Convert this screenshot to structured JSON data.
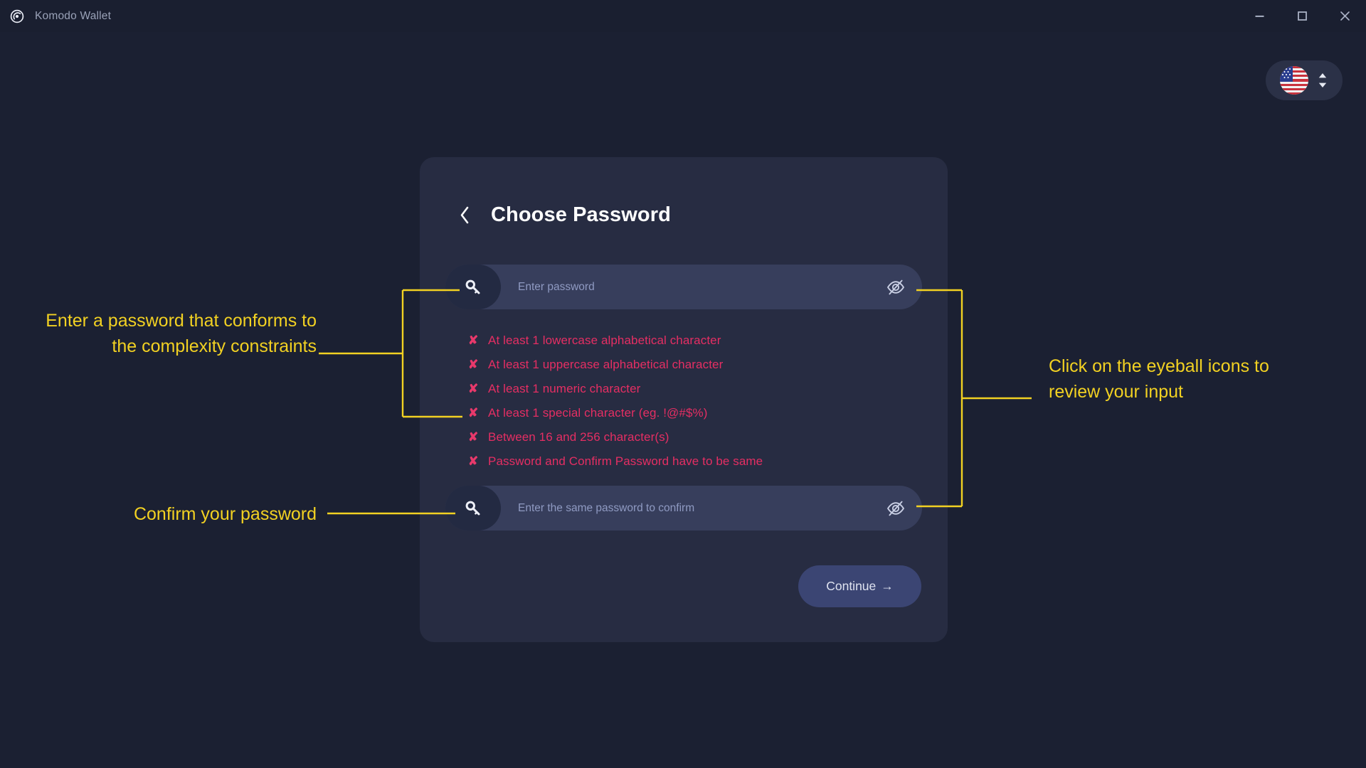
{
  "window": {
    "app_title": "Komodo Wallet",
    "logo_icon": "komodo-logo-icon",
    "controls": [
      {
        "name": "minimize",
        "icon": "minimize-icon"
      },
      {
        "name": "maximize",
        "icon": "maximize-icon"
      },
      {
        "name": "close",
        "icon": "close-icon"
      }
    ]
  },
  "language_selector": {
    "flag_icon": "us-flag-icon",
    "chevron_icon": "chevron-up-down-icon"
  },
  "card": {
    "back_icon": "chevron-left-icon",
    "title": "Choose Password",
    "password_field": {
      "icon": "key-icon",
      "placeholder": "Enter password",
      "value": "",
      "toggle_icon": "eye-off-icon"
    },
    "confirm_field": {
      "icon": "key-icon",
      "placeholder": "Enter the same password to confirm",
      "value": "",
      "toggle_icon": "eye-off-icon"
    },
    "rules": [
      {
        "mark": "✘",
        "text": "At least 1 lowercase alphabetical character"
      },
      {
        "mark": "✘",
        "text": "At least 1 uppercase alphabetical character"
      },
      {
        "mark": "✘",
        "text": "At least 1 numeric character"
      },
      {
        "mark": "✘",
        "text": "At least 1 special character (eg. !@#$%)"
      },
      {
        "mark": "✘",
        "text": "Between 16 and 256 character(s)"
      },
      {
        "mark": "✘",
        "text": "Password and Confirm Password have to be same"
      }
    ],
    "continue_label": "Continue",
    "continue_arrow": "→"
  },
  "annotations": {
    "left_top": "Enter a password that conforms to the complexity constraints",
    "left_bottom": "Confirm your password",
    "right": "Click on the eyeball icons to review your input",
    "color": "#f2d122"
  },
  "colors": {
    "page_background": "#1b2032",
    "titlebar": "#1a1f30",
    "card_background": "#272c42",
    "input_background": "#373e5c",
    "input_icon_background": "#232a42",
    "error_text": "#e52e63",
    "button_background": "#3b4573",
    "annotation": "#f2d122"
  }
}
